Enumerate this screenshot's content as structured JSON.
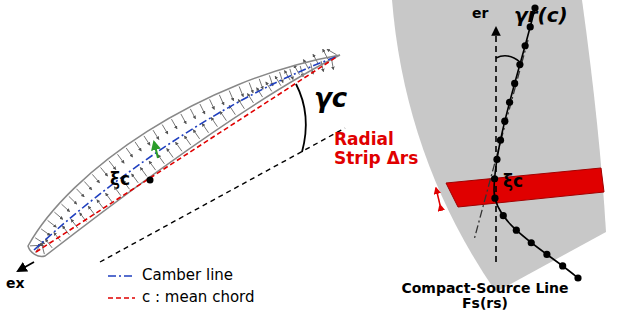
{
  "diagram": {
    "labels": [
      "γc",
      "ξc",
      "ex",
      "γr(c)",
      "er",
      "Radial Strip Δrs",
      "ξc",
      "Compact-Source Line Fs(rs)"
    ],
    "legend": [
      {
        "text": "Camber line"
      },
      {
        "text": "c : mean chord"
      }
    ]
  }
}
